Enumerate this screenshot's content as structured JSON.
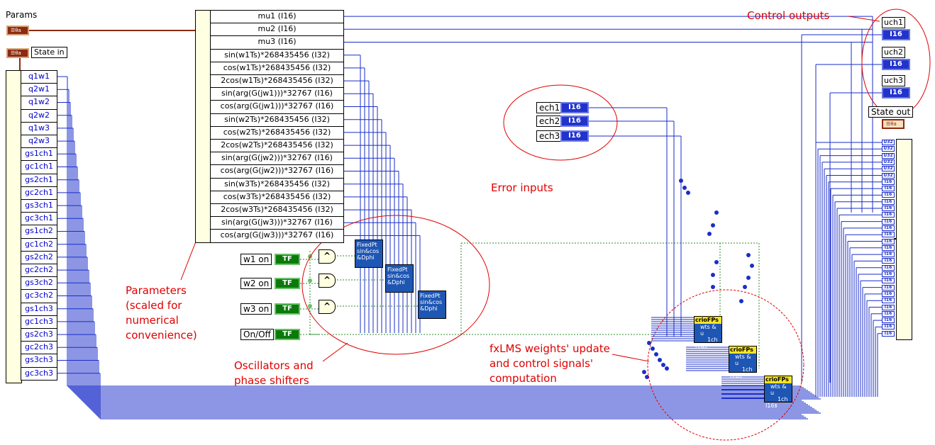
{
  "inputs": {
    "params_label": "Params",
    "state_in_label": "State in",
    "state_out_label": "State out"
  },
  "state_cluster": [
    "q1w1",
    "q2w1",
    "q1w2",
    "q2w2",
    "q1w3",
    "q2w3",
    "gs1ch1",
    "gc1ch1",
    "gs2ch1",
    "gc2ch1",
    "gs3ch1",
    "gc3ch1",
    "gs1ch2",
    "gc1ch2",
    "gs2ch2",
    "gc2ch2",
    "gs3ch2",
    "gc3ch2",
    "gs1ch3",
    "gc1ch3",
    "gs2ch3",
    "gc2ch3",
    "gs3ch3",
    "gc3ch3"
  ],
  "params_cluster": [
    "mu1 (I16)",
    "mu2 (I16)",
    "mu3 (I16)",
    "sin(w1Ts)*268435456 (I32)",
    "cos(w1Ts)*268435456 (I32)",
    "2cos(w1Ts)*268435456 (I32)",
    "sin(arg(G(jw1)))*32767 (I16)",
    "cos(arg(G(jw1)))*32767 (I16)",
    "sin(w2Ts)*268435456 (I32)",
    "cos(w2Ts)*268435456 (I32)",
    "2cos(w2Ts)*268435456 (I32)",
    "sin(arg(G(jw2)))*32767 (I16)",
    "cos(arg(G(jw2)))*32767 (I16)",
    "sin(w3Ts)*268435456 (I32)",
    "cos(w3Ts)*268435456 (I32)",
    "2cos(w3Ts)*268435456 (I32)",
    "sin(arg(G(jw3)))*32767 (I16)",
    "cos(arg(G(jw3)))*32767 (I16)"
  ],
  "booleans": [
    {
      "label": "w1 on",
      "type": "TF"
    },
    {
      "label": "w2 on",
      "type": "TF"
    },
    {
      "label": "w3 on",
      "type": "TF"
    },
    {
      "label": "On/Off",
      "type": "TF"
    }
  ],
  "and_symbol": "^",
  "oscillator_subvi": [
    "FixedPt",
    "sin&cos",
    "&Dphi"
  ],
  "error_inputs": [
    {
      "label": "ech1",
      "type": "I16"
    },
    {
      "label": "ech2",
      "type": "I16"
    },
    {
      "label": "ech3",
      "type": "I16"
    }
  ],
  "control_outputs": [
    {
      "label": "uch1",
      "type": "I16"
    },
    {
      "label": "uch2",
      "type": "I16"
    },
    {
      "label": "uch3",
      "type": "I16"
    }
  ],
  "crio_subvi": {
    "header": "crioFPs",
    "lines": [
      "wts & u",
      "1ch"
    ],
    "footer": "I16s"
  },
  "refnum_text": "☰θa",
  "output_types": [
    "U32",
    "U32",
    "U32",
    "U32",
    "U32",
    "U32",
    "I16",
    "I16",
    "I16",
    "I16",
    "I16",
    "I16",
    "I16",
    "I16",
    "I16",
    "I16",
    "I16",
    "I16",
    "I16",
    "I16",
    "I16",
    "I16",
    "I16",
    "I16",
    "I16",
    "I16",
    "I16",
    "I16",
    "I16",
    "I16"
  ],
  "annotations": {
    "control_outputs": "Control outputs",
    "error_inputs": "Error inputs",
    "parameters": [
      "Parameters",
      "(scaled for",
      "numerical",
      "convenience)"
    ],
    "oscillators": [
      "Oscillators and",
      "phase shifters"
    ],
    "fxlms": [
      "fxLMS weights' update",
      "and control signals'",
      "computation"
    ]
  },
  "colors": {
    "wire_blue": "#1a2ec8",
    "annotation_red": "#e00000",
    "wire_ref": "#8b2b0f",
    "wire_bool": "#2e8b2e"
  }
}
